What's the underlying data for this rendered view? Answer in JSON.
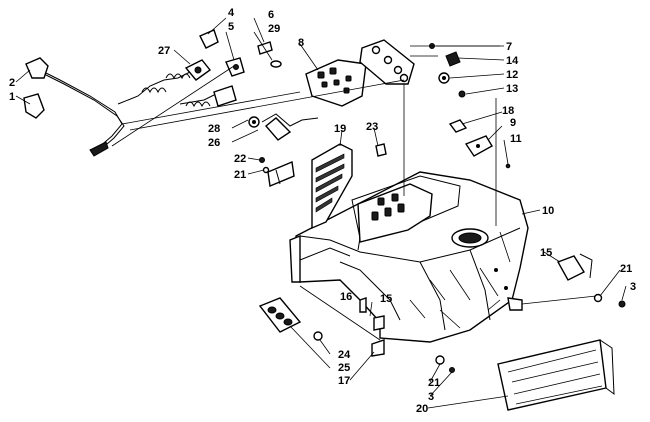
{
  "callouts": [
    {
      "id": "c1",
      "text": "1"
    },
    {
      "id": "c2",
      "text": "2"
    },
    {
      "id": "c3a",
      "text": "3"
    },
    {
      "id": "c3b",
      "text": "3"
    },
    {
      "id": "c4",
      "text": "4"
    },
    {
      "id": "c5",
      "text": "5"
    },
    {
      "id": "c6",
      "text": "6"
    },
    {
      "id": "c7",
      "text": "7"
    },
    {
      "id": "c8",
      "text": "8"
    },
    {
      "id": "c9",
      "text": "9"
    },
    {
      "id": "c10",
      "text": "10"
    },
    {
      "id": "c11",
      "text": "11"
    },
    {
      "id": "c12",
      "text": "12"
    },
    {
      "id": "c13",
      "text": "13"
    },
    {
      "id": "c14",
      "text": "14"
    },
    {
      "id": "c15a",
      "text": "15"
    },
    {
      "id": "c15b",
      "text": "15"
    },
    {
      "id": "c16",
      "text": "16"
    },
    {
      "id": "c17",
      "text": "17"
    },
    {
      "id": "c18",
      "text": "18"
    },
    {
      "id": "c19",
      "text": "19"
    },
    {
      "id": "c20",
      "text": "20"
    },
    {
      "id": "c21a",
      "text": "21"
    },
    {
      "id": "c21b",
      "text": "21"
    },
    {
      "id": "c21c",
      "text": "21"
    },
    {
      "id": "c22",
      "text": "22"
    },
    {
      "id": "c23",
      "text": "23"
    },
    {
      "id": "c24",
      "text": "24"
    },
    {
      "id": "c25",
      "text": "25"
    },
    {
      "id": "c26",
      "text": "26"
    },
    {
      "id": "c27",
      "text": "27"
    },
    {
      "id": "c28",
      "text": "28"
    },
    {
      "id": "c29",
      "text": "29"
    }
  ]
}
